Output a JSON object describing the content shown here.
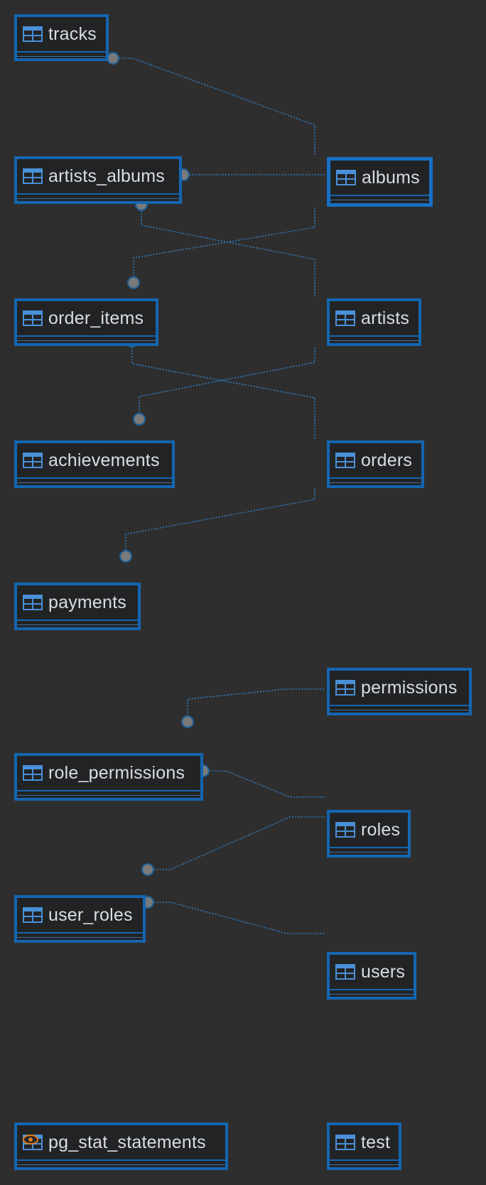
{
  "diagram": {
    "tables": [
      {
        "id": "tracks",
        "name": "tracks",
        "kind": "table"
      },
      {
        "id": "albums",
        "name": "albums",
        "kind": "table",
        "selected": true
      },
      {
        "id": "artists_albums",
        "name": "artists_albums",
        "kind": "table"
      },
      {
        "id": "order_items",
        "name": "order_items",
        "kind": "table"
      },
      {
        "id": "artists",
        "name": "artists",
        "kind": "table"
      },
      {
        "id": "achievements",
        "name": "achievements",
        "kind": "table"
      },
      {
        "id": "orders",
        "name": "orders",
        "kind": "table"
      },
      {
        "id": "payments",
        "name": "payments",
        "kind": "table"
      },
      {
        "id": "permissions",
        "name": "permissions",
        "kind": "table"
      },
      {
        "id": "role_permissions",
        "name": "role_permissions",
        "kind": "table"
      },
      {
        "id": "roles",
        "name": "roles",
        "kind": "table"
      },
      {
        "id": "user_roles",
        "name": "user_roles",
        "kind": "table"
      },
      {
        "id": "users",
        "name": "users",
        "kind": "table"
      },
      {
        "id": "pg_stat_statements",
        "name": "pg_stat_statements",
        "kind": "view"
      },
      {
        "id": "test",
        "name": "test",
        "kind": "table"
      }
    ],
    "relations": [
      {
        "from": "tracks",
        "to": "albums"
      },
      {
        "from": "artists_albums",
        "to": "albums"
      },
      {
        "from": "artists_albums",
        "to": "artists"
      },
      {
        "from": "order_items",
        "to": "albums"
      },
      {
        "from": "order_items",
        "to": "orders"
      },
      {
        "from": "achievements",
        "to": "artists"
      },
      {
        "from": "payments",
        "to": "orders"
      },
      {
        "from": "role_permissions",
        "to": "permissions"
      },
      {
        "from": "role_permissions",
        "to": "roles"
      },
      {
        "from": "user_roles",
        "to": "roles"
      },
      {
        "from": "user_roles",
        "to": "users"
      }
    ]
  },
  "icons": {
    "table": "table-grid-icon",
    "view": "view-eye-icon"
  },
  "colors": {
    "background": "#2e2e2e",
    "node_border": "#1466b1",
    "node_fill": "#222324",
    "link": "#2f7fc4",
    "link_end": "#7a7a7a",
    "icon_grid": "#4a90d9",
    "view_eye": "#e07b1a"
  }
}
